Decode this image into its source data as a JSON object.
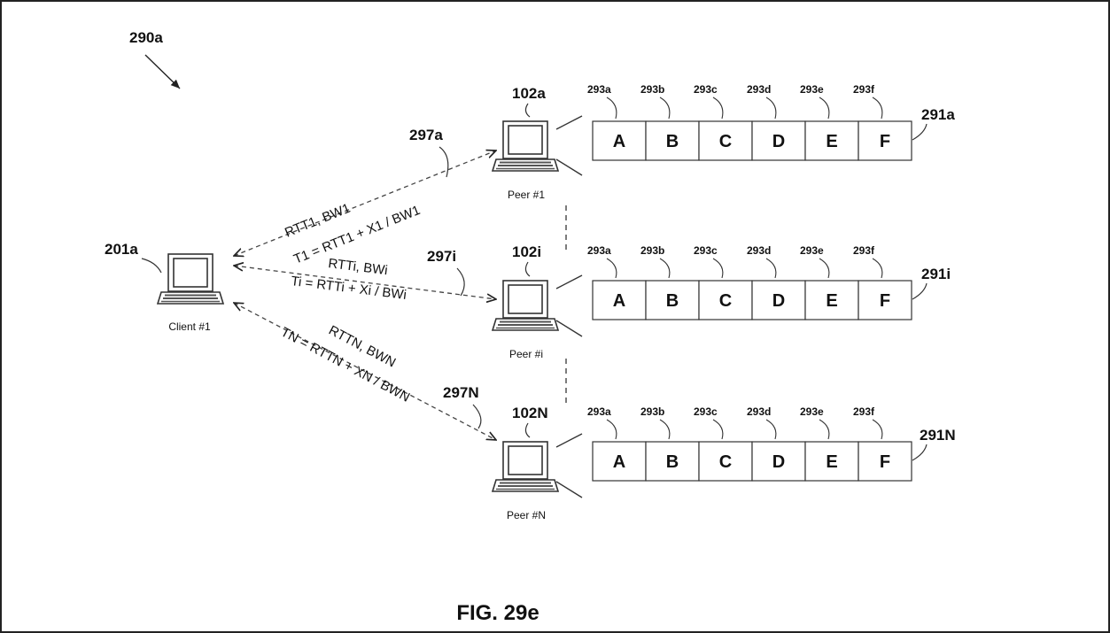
{
  "figure": {
    "caption": "FIG. 29e",
    "ref": "290a"
  },
  "client": {
    "ref": "201a",
    "caption": "Client #1"
  },
  "peers": [
    {
      "ref": "102a",
      "caption": "Peer #1",
      "chunks_ref": "291a",
      "link_ref": "297a",
      "link_upper": "RTT1, BW1",
      "link_lower": "T1 = RTT1 + X1 / BW1"
    },
    {
      "ref": "102i",
      "caption": "Peer #i",
      "chunks_ref": "291i",
      "link_ref": "297i",
      "link_upper": "RTTi, BWi",
      "link_lower": "Ti = RTTi + Xi / BWi"
    },
    {
      "ref": "102N",
      "caption": "Peer #N",
      "chunks_ref": "291N",
      "link_ref": "297N",
      "link_upper": "RTTN, BWN",
      "link_lower": "TN = RTTN + XN / BWN"
    }
  ],
  "chunks": {
    "labels": [
      "A",
      "B",
      "C",
      "D",
      "E",
      "F"
    ],
    "refs": [
      "293a",
      "293b",
      "293c",
      "293d",
      "293e",
      "293f"
    ]
  }
}
